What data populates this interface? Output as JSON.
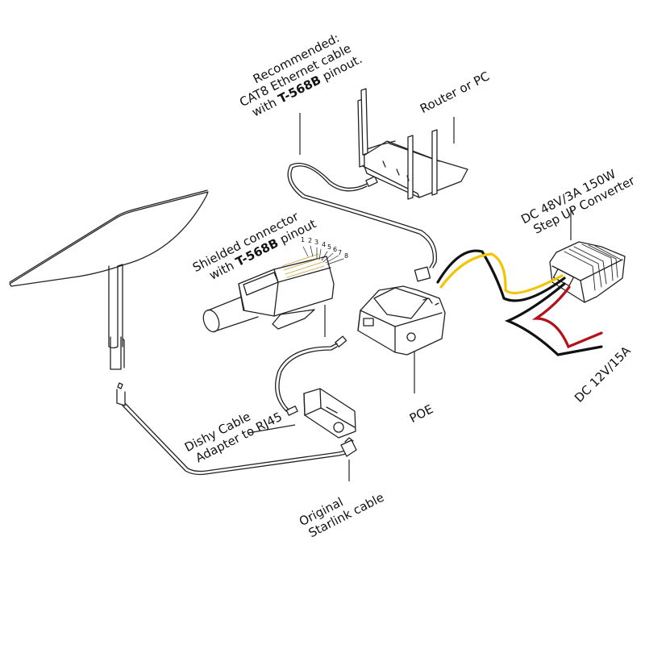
{
  "title": "Starlink to Router wiring diagram",
  "labels": {
    "recommended": {
      "line1": "Recommended:",
      "line2": "CAT8 Ethernet cable",
      "line3_prefix": "with ",
      "line3_bold": "T-568B",
      "line3_suffix": " pinout."
    },
    "router": "Router or PC",
    "converter": {
      "line1": "DC 48V/3A 150W",
      "line2": "Step UP Converter"
    },
    "shielded": {
      "line1": "Shielded connector",
      "line2_prefix": "with ",
      "line2_bold": "T-568B",
      "line2_suffix": " pinout"
    },
    "pins": [
      "1",
      "2",
      "3",
      "4",
      "5",
      "6",
      "7",
      "8"
    ],
    "poe": "POE",
    "dishy_adapter": {
      "line1": "Dishy Cable",
      "line2": "Adapter to RJ45"
    },
    "original_cable": {
      "line1": "Original",
      "line2": "Starlink cable"
    },
    "power_input": "DC 12V/15A"
  },
  "wire_colors": {
    "yellow": "#f2c500",
    "black": "#111111",
    "red": "#b3121b"
  },
  "components": [
    "starlink-dish",
    "router",
    "rj45-shielded-connector",
    "poe-injector",
    "step-up-converter",
    "dishy-cable-adapter",
    "ethernet-cable",
    "original-starlink-cable"
  ]
}
